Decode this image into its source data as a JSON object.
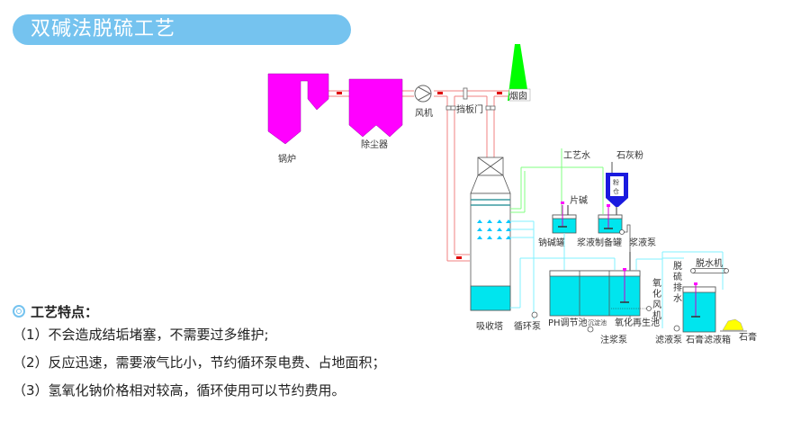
{
  "header": {
    "title": "双碱法脱硫工艺"
  },
  "colors": {
    "title_bar": "#75c3ef",
    "equipment_magenta": "#ff00ff",
    "chimney_green": "#00ff00",
    "liquid_cyan": "#00e5ee",
    "flue_gas_line": "#f08080",
    "water_line": "#80ff80",
    "slurry_line": "#80f0ff",
    "silo_blue": "#1a1adf",
    "gypsum_yellow": "#ffff00"
  },
  "diagram": {
    "labels": {
      "boiler": "锅炉",
      "dust_collector": "除尘器",
      "fan": "风机",
      "damper": "挡板门",
      "chimney": "烟囱",
      "absorber": "吸收塔",
      "process_water": "工艺水",
      "lime_powder": "石灰粉",
      "powder_silo": "粉仓",
      "caustic_flake": "片碱",
      "soda_tank": "钠碱罐",
      "slurry_prep_tank": "浆液制备罐",
      "slurry_pump": "浆液泵",
      "circulation_pump": "循环泵",
      "ph_tank": "PH调节池",
      "settling_tank": "沉淀池",
      "regeneration_tank": "氧化再生池",
      "injection_pump": "注浆泵",
      "oxidation_fan": "氧化风机",
      "desulfurization_drain": "脱硫排水",
      "dewatering_machine": "脱水机",
      "filtrate_pump": "滤液泵",
      "gypsum_filtrate_tank": "石膏滤液箱",
      "gypsum": "石膏"
    }
  },
  "features": {
    "title": "工艺特点：",
    "items": [
      "（1）不会造成结垢堵塞，不需要过多维护;",
      "（2）反应迅速，需要液气比小，节约循环泵电费、占地面积；",
      "（3）氢氧化钠价格相对较高，循环使用可以节约费用。"
    ]
  }
}
